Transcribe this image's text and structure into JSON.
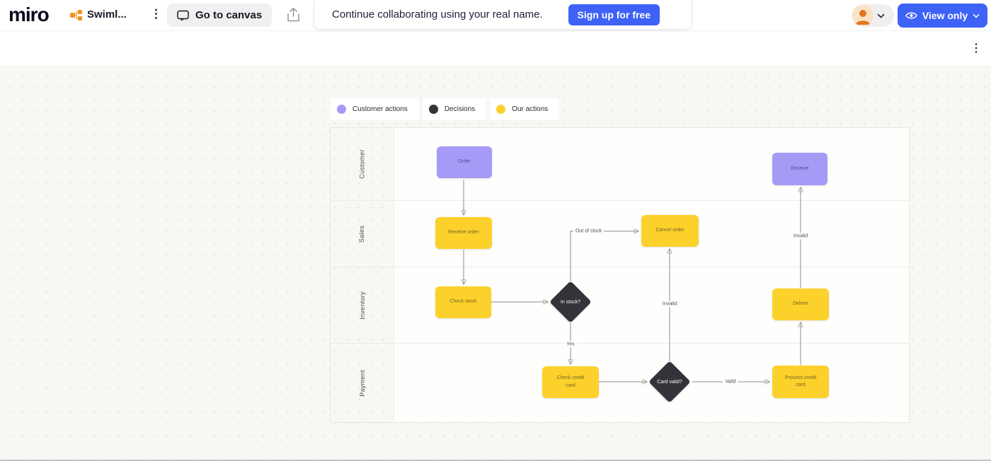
{
  "header": {
    "logo": "miro",
    "board_title": "Swiml...",
    "go_to_canvas_label": "Go to canvas",
    "banner": {
      "message": "Continue collaborating using your real name.",
      "cta_label": "Sign up for free"
    },
    "view_only_label": "View only"
  },
  "icons": {
    "kebab": "⋮"
  },
  "colors": {
    "primary_blue": "#3f62f6",
    "logo_orange": "#f0941f",
    "customer_purple": "#a69af7",
    "decision_dark": "#33333a",
    "action_yellow": "#fcd12c",
    "avatar_orange": "#e4761f"
  },
  "legend": {
    "items": [
      {
        "name": "customer-actions",
        "label": "Customer actions",
        "color": "#a69af7"
      },
      {
        "name": "decisions",
        "label": "Decisions",
        "color": "#33333a"
      },
      {
        "name": "our-actions",
        "label": "Our actions",
        "color": "#fcd12c"
      }
    ]
  },
  "swimlanes": {
    "labels": [
      "Customer",
      "Sales",
      "Inventory",
      "Payment"
    ]
  },
  "flowchart": {
    "nodes": [
      {
        "id": "order",
        "label": "Order",
        "kind": "customer"
      },
      {
        "id": "receive-order",
        "label": "Receive order",
        "kind": "action"
      },
      {
        "id": "check-stock",
        "label": "Check stock",
        "kind": "action"
      },
      {
        "id": "in-stock",
        "label": "In stock?",
        "kind": "decision"
      },
      {
        "id": "cancel-order",
        "label": "Cancel order",
        "kind": "action"
      },
      {
        "id": "check-credit-card",
        "label": "Check credit card",
        "kind": "action"
      },
      {
        "id": "card-valid",
        "label": "Card valid?",
        "kind": "decision"
      },
      {
        "id": "process-credit-card",
        "label": "Process credit card",
        "kind": "action"
      },
      {
        "id": "deliver",
        "label": "Deliver",
        "kind": "action"
      },
      {
        "id": "receive",
        "label": "Receive",
        "kind": "customer"
      }
    ],
    "edge_labels": [
      {
        "id": "out-of-stock",
        "label": "Out of stock"
      },
      {
        "id": "yes",
        "label": "Yes"
      },
      {
        "id": "invalid-card",
        "label": "Invalid"
      },
      {
        "id": "valid",
        "label": "Valid"
      },
      {
        "id": "invalid-deliver",
        "label": "Invalid"
      }
    ]
  }
}
